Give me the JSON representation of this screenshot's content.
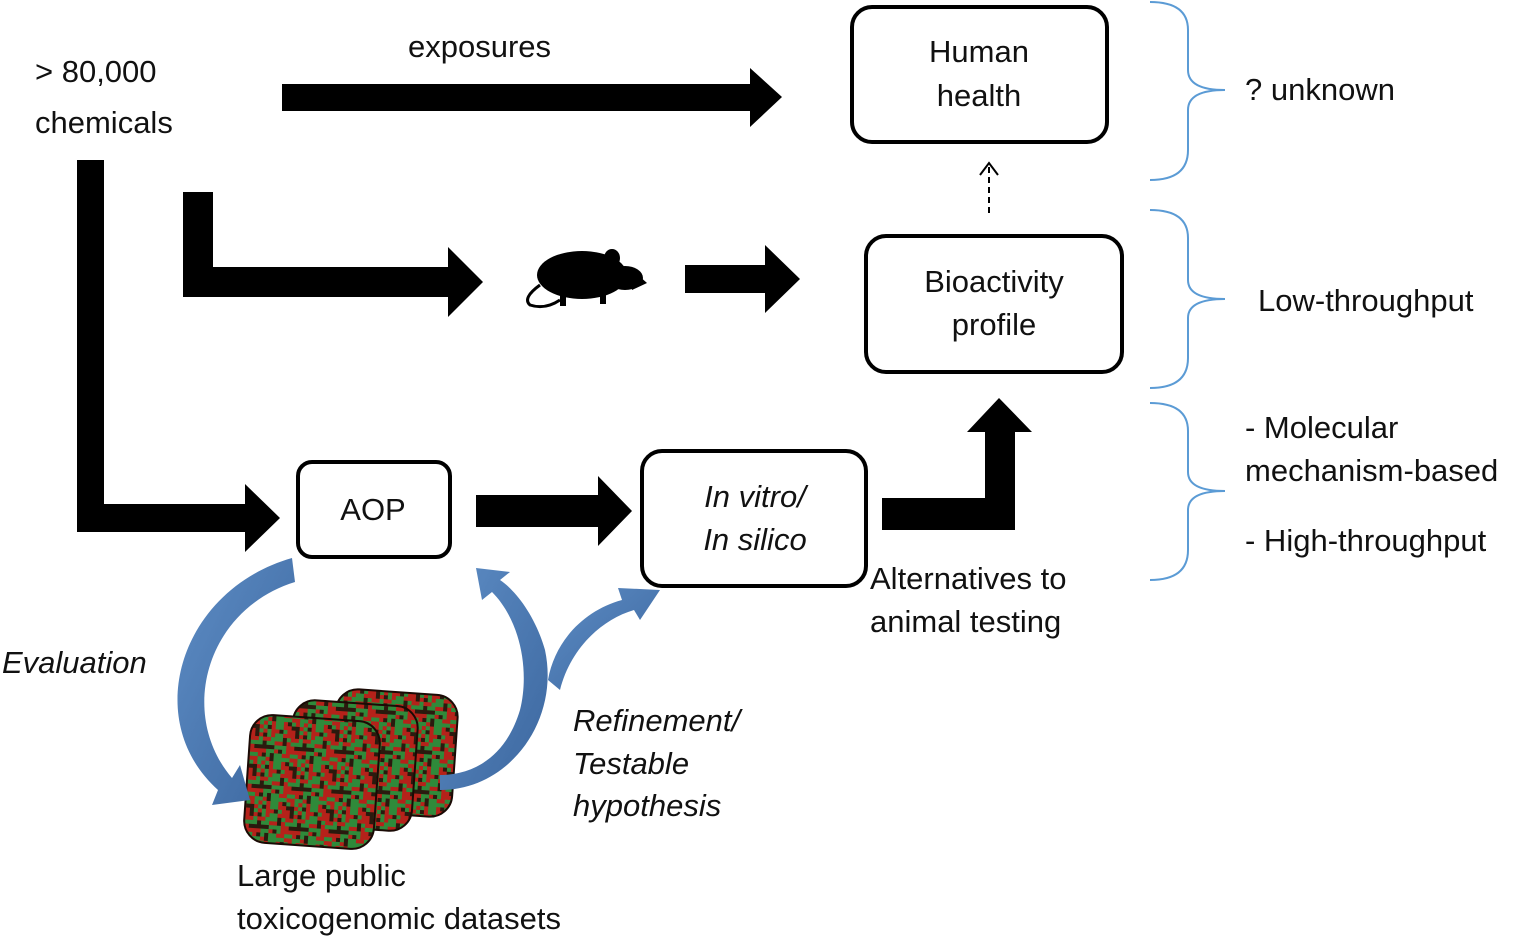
{
  "source": {
    "line1": "> 80,000",
    "line2": "chemicals"
  },
  "exposures_label": "exposures",
  "boxes": {
    "human_health": {
      "line1": "Human",
      "line2": "health"
    },
    "bioactivity": {
      "line1": "Bioactivity",
      "line2": "profile"
    },
    "aop": {
      "label": "AOP"
    },
    "in_vitro": {
      "line1": "In vitro/",
      "line2": "In silico"
    }
  },
  "alternatives": {
    "line1": "Alternatives to",
    "line2": "animal testing"
  },
  "evaluation_label": "Evaluation",
  "refinement": {
    "line1": "Refinement/",
    "line2": "Testable",
    "line3": "hypothesis"
  },
  "datasets": {
    "line1": "Large public",
    "line2": "toxicogenomic datasets"
  },
  "braces": {
    "top": {
      "label": "? unknown"
    },
    "middle": {
      "label": "Low-throughput"
    },
    "bottom": {
      "line1": "- Molecular",
      "line2": "mechanism-based",
      "line3": "- High-throughput"
    }
  },
  "colors": {
    "arrow": "#000000",
    "brace": "#5b9bd5",
    "cycle_arrow": "#4a78b0"
  }
}
